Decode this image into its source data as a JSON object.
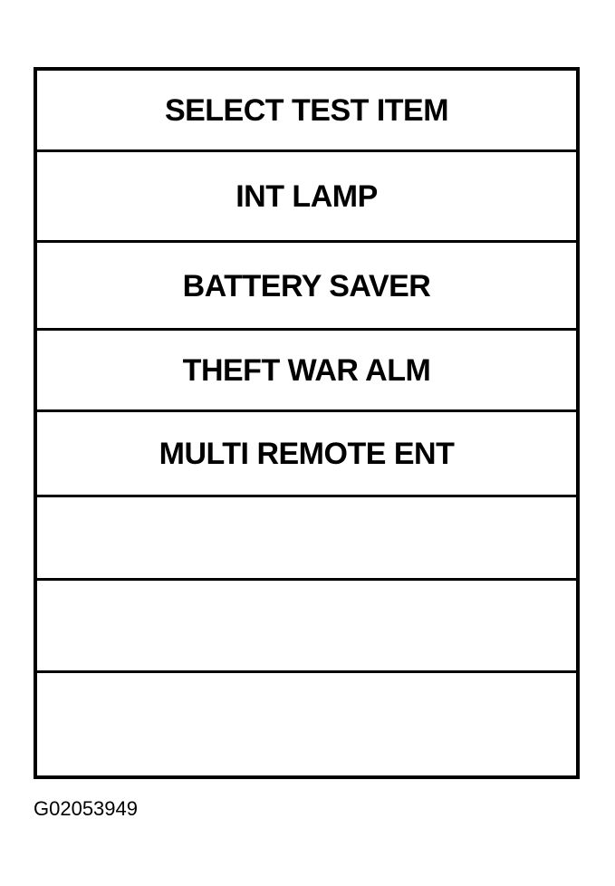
{
  "screen": {
    "title": "SELECT TEST ITEM",
    "items": [
      {
        "label": "INT LAMP"
      },
      {
        "label": "BATTERY SAVER"
      },
      {
        "label": "THEFT WAR ALM"
      },
      {
        "label": "MULTI REMOTE ENT"
      },
      {
        "label": ""
      },
      {
        "label": ""
      },
      {
        "label": ""
      }
    ]
  },
  "figure_id": "G02053949"
}
